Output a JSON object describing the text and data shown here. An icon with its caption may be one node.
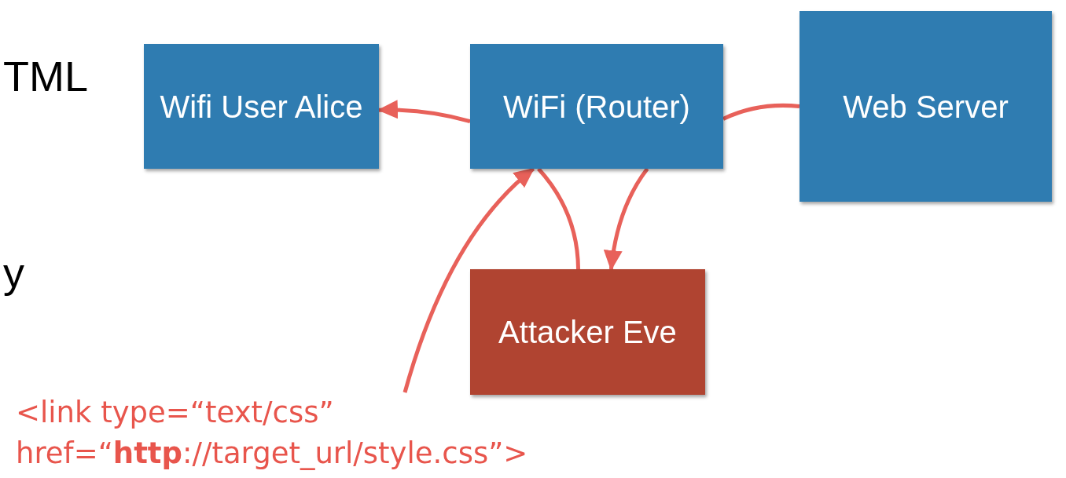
{
  "diagram": {
    "nodes": [
      {
        "text": [
          "Wifi User Alice"
        ]
      },
      {
        "text": [
          "WiFi (Router)"
        ]
      },
      {
        "text": [
          "Web Server"
        ]
      },
      {
        "text": [
          "Attacker Eve"
        ]
      },
      {
        "text": [
          "<link type=“text/css” href=“**http**://target_url/style.css”>"
        ]
      }
    ],
    "edges": [
      {
        "from": 1,
        "to": 0,
        "arrow": "to"
      },
      {
        "from": 2,
        "to": 1,
        "arrow": "none"
      },
      {
        "from": 1,
        "to": 3,
        "arrow": "none"
      },
      {
        "from": 1,
        "to": 3,
        "arrow": "to"
      },
      {
        "from": 4,
        "to": 1,
        "arrow": "to"
      }
    ],
    "labels": [
      "TML",
      "y"
    ]
  }
}
